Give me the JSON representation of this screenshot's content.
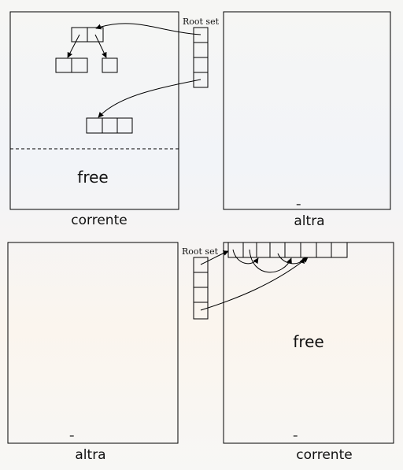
{
  "top": {
    "root_set_label": "Root set",
    "left_space_label": "corrente",
    "right_space_label_bar": "¯",
    "right_space_label": "altra",
    "free_label": "free"
  },
  "bottom": {
    "root_set_label": "Root set",
    "left_space_label_bar": "¯",
    "left_space_label": "altra",
    "right_space_label_bar": "¯",
    "right_space_label": "corrente",
    "free_label": "free"
  }
}
